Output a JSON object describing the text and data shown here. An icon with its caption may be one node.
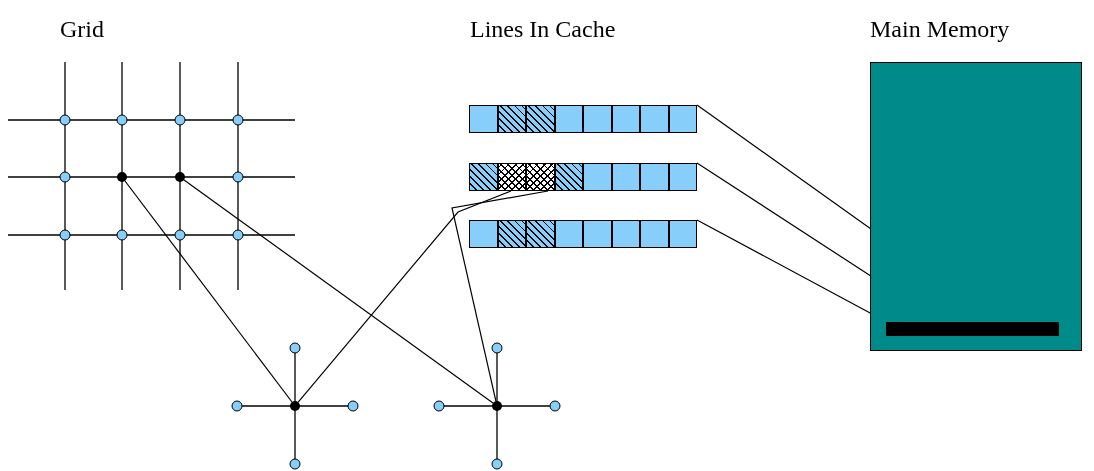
{
  "diagram": {
    "nodes": [
      {
        "text": [],
        "shape": "circle"
      },
      {
        "text": [],
        "shape": "circle"
      },
      {
        "text": [],
        "shape": "bar"
      },
      {
        "text": [],
        "shape": "bar"
      },
      {
        "text": [],
        "shape": "box",
        "in": 3
      },
      {
        "text": [],
        "shape": "box",
        "in": 3
      },
      {
        "text": [],
        "shape": "bar"
      },
      {
        "text": [
          "Main Memory"
        ]
      },
      {
        "text": [],
        "shape": "bar",
        "in": 7
      },
      {
        "text": [],
        "shape": "circle"
      },
      {
        "text": [],
        "shape": "circle"
      }
    ],
    "edges": [
      {
        "from": 0,
        "to": 9,
        "arrow": "none"
      },
      {
        "from": 1,
        "to": 10,
        "arrow": "none"
      },
      {
        "from": 9,
        "to": 4,
        "arrow": "none"
      },
      {
        "from": 10,
        "to": 5,
        "arrow": "none"
      },
      {
        "from": 2,
        "to": 8,
        "arrow": "none"
      },
      {
        "from": 3,
        "to": 8,
        "arrow": "none"
      },
      {
        "from": 6,
        "to": 8,
        "arrow": "none"
      }
    ],
    "labels": [
      "Grid",
      "Lines In Cache"
    ]
  }
}
